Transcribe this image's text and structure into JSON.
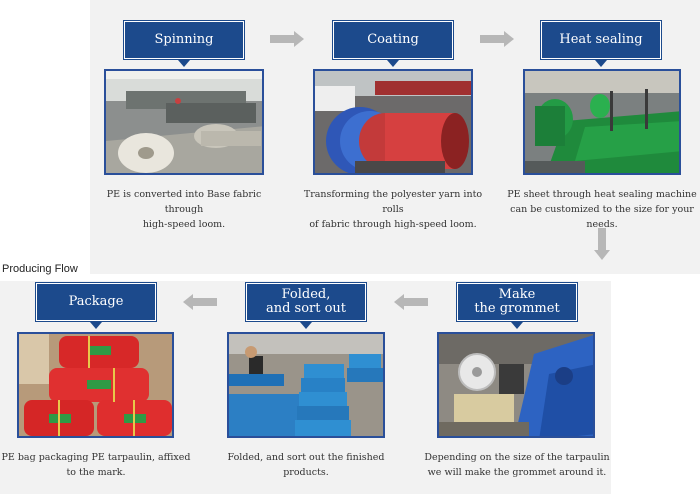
{
  "section_label": "Producing Flow",
  "steps": [
    {
      "title_lines": [
        "Spinning"
      ],
      "caption_lines": [
        "PE is converted into Base fabric through",
        "high-speed loom."
      ]
    },
    {
      "title_lines": [
        "Coating"
      ],
      "caption_lines": [
        "Transforming the polyester yarn into rolls",
        "of fabric through high-speed loom."
      ]
    },
    {
      "title_lines": [
        "Heat sealing"
      ],
      "caption_lines": [
        "PE sheet through heat sealing machine",
        "can be customized to the size for your needs."
      ]
    },
    {
      "title_lines": [
        "Make",
        "the grommet"
      ],
      "caption_lines": [
        "Depending on the size of the tarpaulin",
        "we will make the grommet around it."
      ]
    },
    {
      "title_lines": [
        "Folded,",
        "and sort out"
      ],
      "caption_lines": [
        "Folded, and sort out the finished products."
      ]
    },
    {
      "title_lines": [
        "Package"
      ],
      "caption_lines": [
        "PE bag packaging PE tarpaulin, affixed",
        "to the mark."
      ]
    }
  ],
  "colors": {
    "step_box": "#1c4a8c",
    "arrow": "#b7b7b7",
    "panel": "#f2f2f2"
  }
}
